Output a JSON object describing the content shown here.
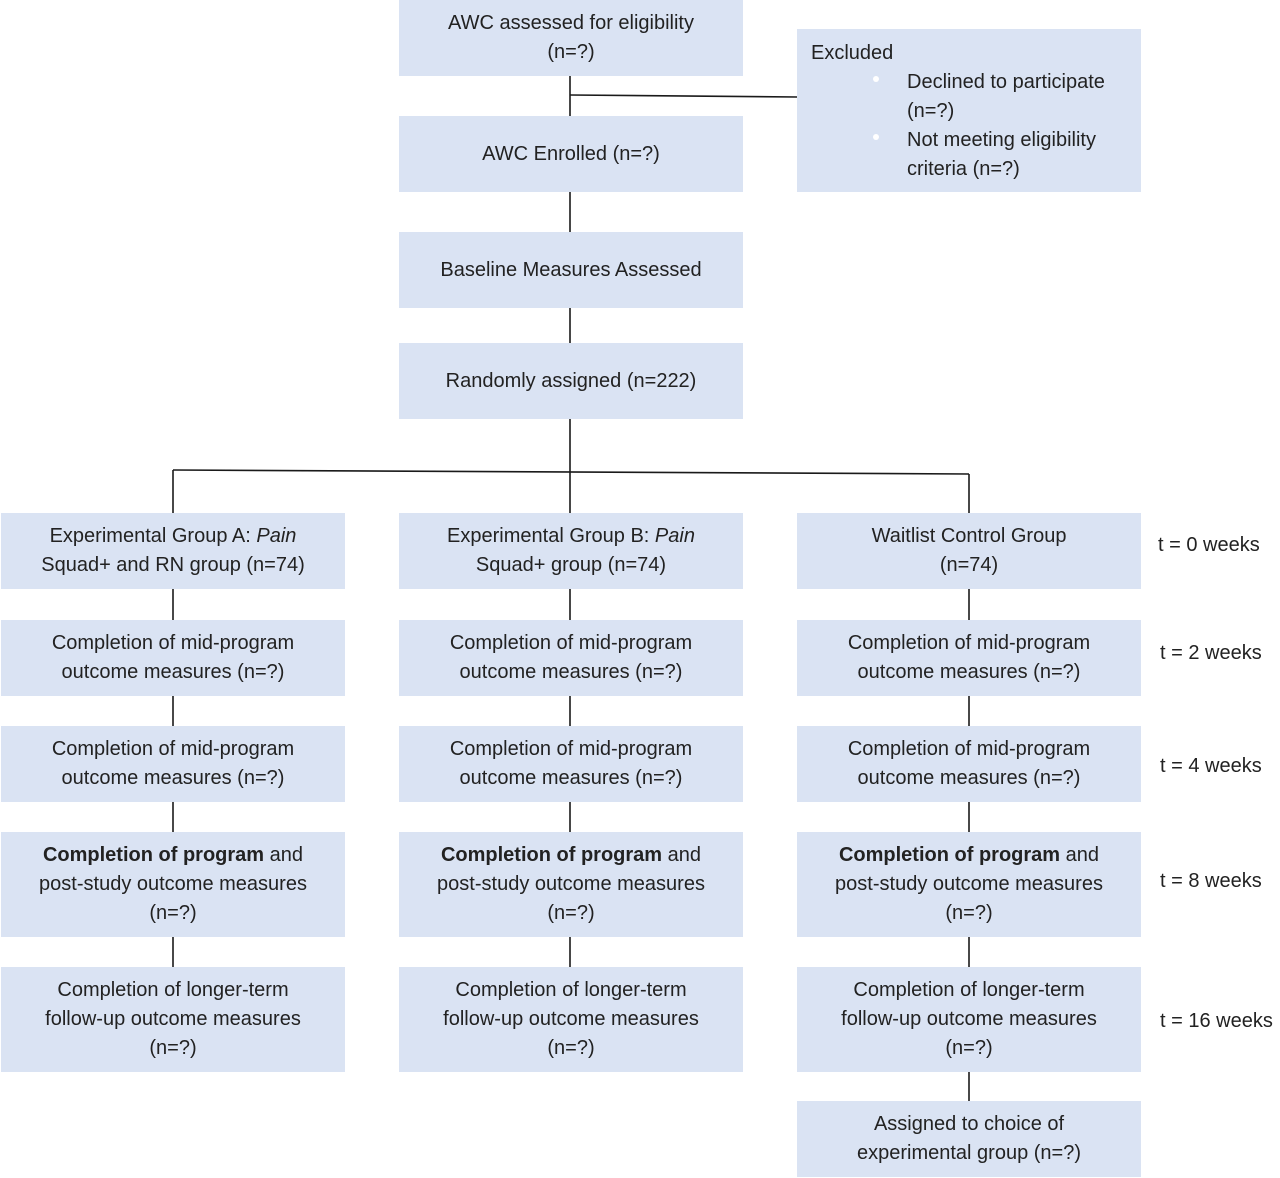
{
  "assessed": {
    "l1": "AWC assessed for eligibility",
    "l2": "(n=?)"
  },
  "excluded": {
    "heading": "Excluded",
    "items": [
      {
        "l1": "Declined to participate",
        "l2": "(n=?)"
      },
      {
        "l1": "Not meeting eligibility",
        "l2": "criteria (n=?)"
      }
    ]
  },
  "enrolled": "AWC Enrolled (n=?)",
  "baseline": "Baseline Measures Assessed",
  "randomized": "Randomly assigned (n=222)",
  "groups": {
    "a": {
      "l1_pre": "Experimental Group A: ",
      "l1_em": "Pain",
      "l2": "Squad+ and RN group (n=74)"
    },
    "b": {
      "l1_pre": "Experimental Group B: ",
      "l1_em": "Pain",
      "l2": "Squad+ group (n=74)"
    },
    "c": {
      "l1": "Waitlist Control Group",
      "l2": "(n=74)"
    }
  },
  "mid_program": {
    "l1": "Completion of mid-program",
    "l2": "outcome measures (n=?)"
  },
  "program_complete": {
    "bold": "Completion of program",
    "rest": " and",
    "l2": "post-study outcome measures",
    "l3": "(n=?)"
  },
  "longer_term": {
    "l1": "Completion of longer-term",
    "l2": "follow-up outcome measures",
    "l3": "(n=?)"
  },
  "choice": {
    "l1": "Assigned to choice of",
    "l2": "experimental group (n=?)"
  },
  "timepoints": {
    "t0": "t = 0 weeks",
    "t2": "t = 2 weeks",
    "t4": "t = 4 weeks",
    "t8": "t = 8 weeks",
    "t16": "t = 16 weeks"
  }
}
